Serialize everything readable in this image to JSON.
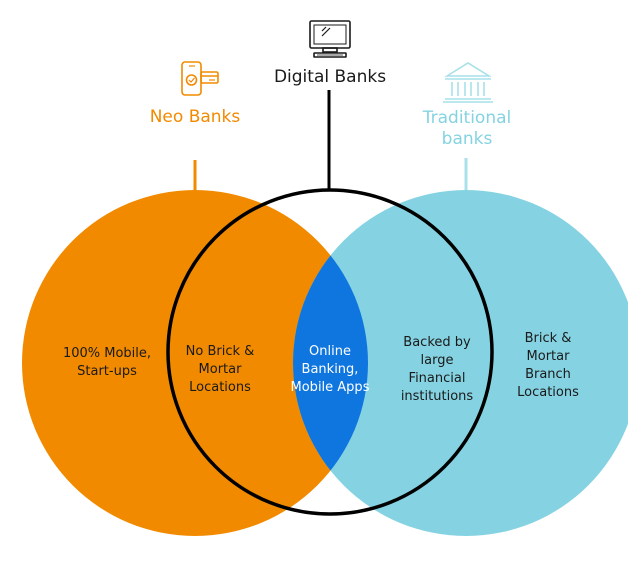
{
  "colors": {
    "neo": "#f28a00",
    "traditional": "#85d3e2",
    "overlap": "#0f76e0",
    "digital_outline": "#000000",
    "traditional_label": "#85d3e2"
  },
  "labels": {
    "digital_banks": "Digital Banks",
    "neo_banks": "Neo Banks",
    "traditional_line1": "Traditional",
    "traditional_line2": "banks"
  },
  "icons": {
    "digital": "computer-monitor-icon",
    "neo": "mobile-payment-icon",
    "traditional": "bank-building-icon"
  },
  "regions": {
    "neo_only": [
      "100% Mobile,",
      "Start-ups"
    ],
    "neo_digital": [
      "No Brick &",
      "Mortar",
      "Locations"
    ],
    "all_three": [
      "Online",
      "Banking,",
      "Mobile Apps"
    ],
    "trad_digital": [
      "Backed by",
      "large",
      "Financial",
      "institutions"
    ],
    "trad_only": [
      "Brick &",
      "Mortar",
      "Branch",
      "Locations"
    ]
  }
}
